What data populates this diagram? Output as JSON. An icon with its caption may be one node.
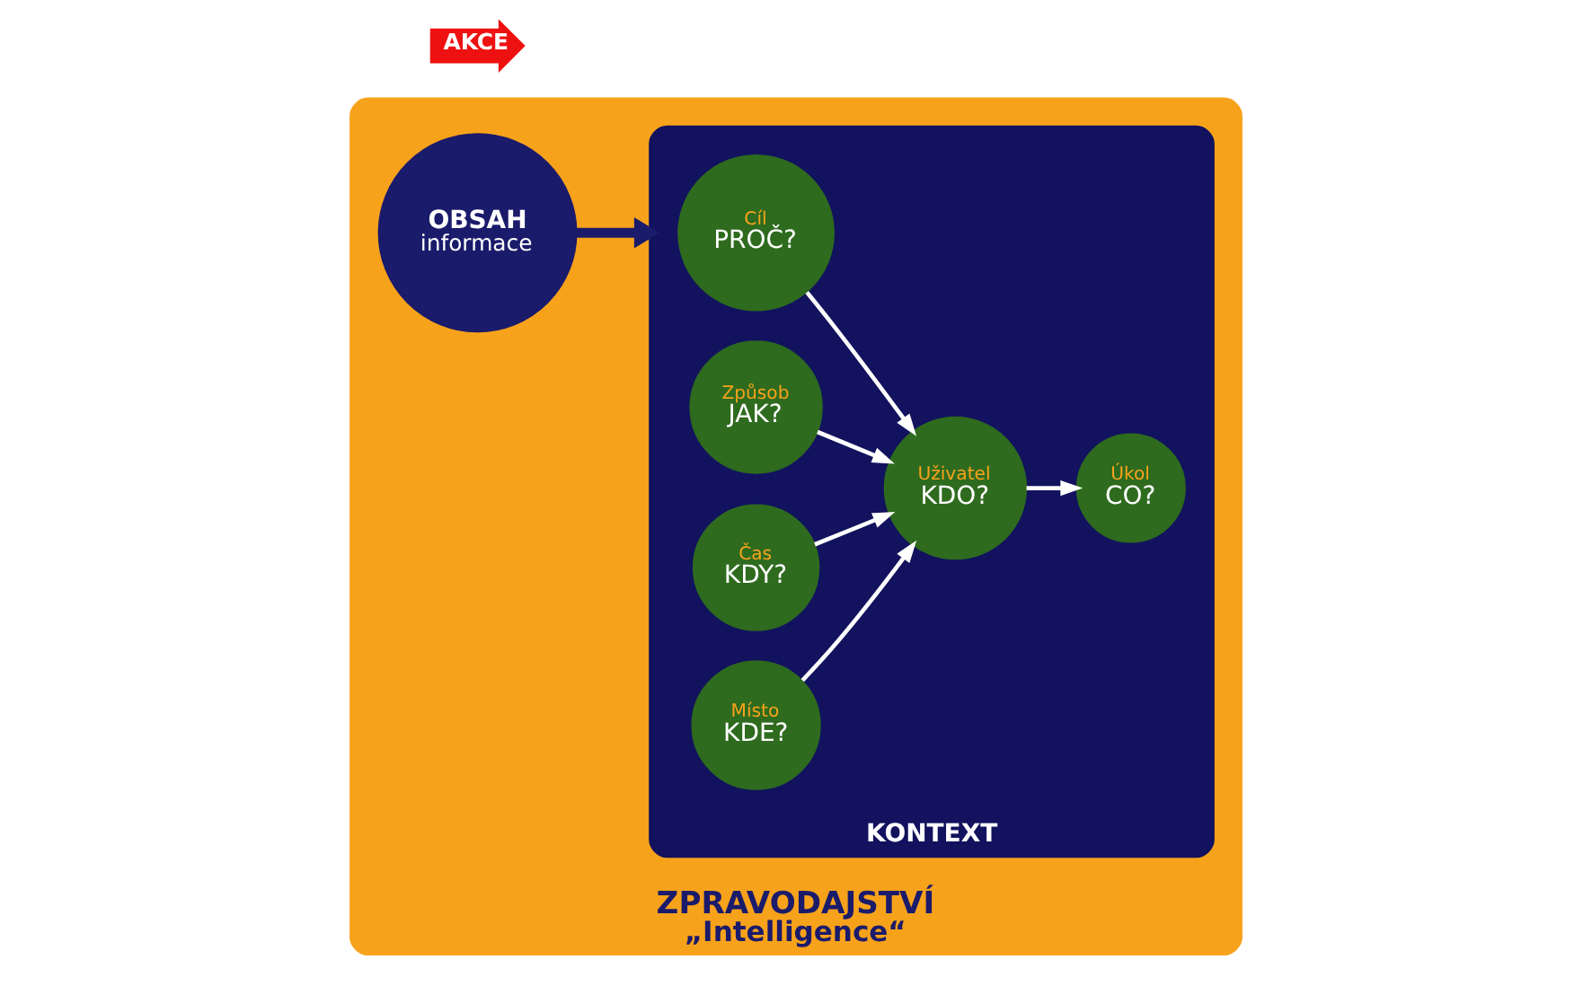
{
  "diagram": {
    "nodes": [
      {
        "text": [
          "ZPRAVODAJSTVÍ",
          "„Intelligence“"
        ]
      },
      {
        "text": [
          "OBSAH",
          "informace"
        ],
        "in": 0
      },
      {
        "text": [
          "KONTEXT"
        ],
        "in": 0
      },
      {
        "text": [
          "Cíl",
          "PROČ?"
        ],
        "in": 2
      },
      {
        "text": [
          "Způsob",
          "JAK?"
        ],
        "in": 2
      },
      {
        "text": [
          "Uživatel",
          "KDO?"
        ],
        "in": 2
      },
      {
        "text": [
          "Úkol",
          "CO?"
        ],
        "in": 2
      },
      {
        "text": [
          "Čas",
          "KDY?"
        ],
        "in": 2
      },
      {
        "text": [
          "Místo",
          "KDE?"
        ],
        "in": 2
      },
      {
        "text": [
          "AKCE"
        ]
      }
    ],
    "edges": [
      {
        "from": 1,
        "to": 2,
        "arrow": "to",
        "style": "thick",
        "color": "#1b1b6b"
      },
      {
        "from": 4,
        "to": 5,
        "arrow": "to"
      },
      {
        "from": 3,
        "to": 5,
        "arrow": "to"
      },
      {
        "from": 5,
        "to": 6,
        "arrow": "to"
      },
      {
        "from": 7,
        "to": 5,
        "arrow": "to"
      },
      {
        "from": 8,
        "to": 5,
        "arrow": "to"
      }
    ]
  }
}
